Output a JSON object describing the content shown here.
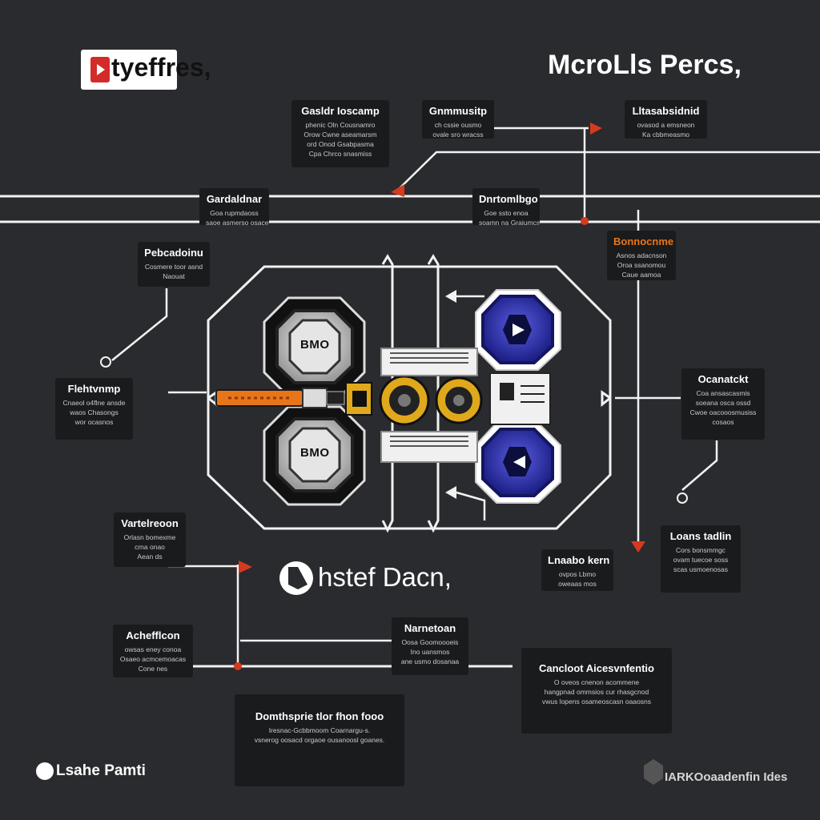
{
  "header": {
    "logo_text": "tyeffres,",
    "right_title": "McroLls Percs,"
  },
  "center": {
    "hex_top_left": "BMO",
    "hex_bottom_left": "BMO",
    "subtitle": "hstef Dacn,"
  },
  "boxes": {
    "b1": {
      "title": "Gasldr Ioscamp",
      "lines": [
        "phenic Oln Cousnamro",
        "Orow Cwne aseamarsm",
        "ord Onod Gsabpasma",
        "Cpa Chrco snasmiss"
      ]
    },
    "b2": {
      "title": "Gnmmusitp",
      "lines": [
        "ch cssie ousmo",
        "ovale sro wracss"
      ]
    },
    "b3": {
      "title": "Lltasabsidnid",
      "lines": [
        "ovasod a emsneon",
        "Ka cbbmeasmo"
      ]
    },
    "b4": {
      "title": "Gardaldnar",
      "lines": [
        "Goa rupmdaoss",
        "saoe asmerso osaceos"
      ]
    },
    "b5": {
      "title": "Dnrtomlbgo",
      "lines": [
        "Goe ssto enoa",
        "soamn na Graiumcs"
      ]
    },
    "b6": {
      "title": "Pebcadoinu",
      "lines": [
        "Cosmere toor asnd",
        "Naouat"
      ]
    },
    "b7": {
      "title": "Bonnocnme OI RE",
      "lines": [
        "Asnos adacnson",
        "Oroa ssanomou",
        "Caue aamoa"
      ]
    },
    "b8": {
      "title": "Flehtvnmp",
      "lines": [
        "Cnaeol o4flne ansde",
        "waos Chasongs",
        "wor ocasnos"
      ]
    },
    "b9": {
      "title": "Ocanatckt",
      "lines": [
        "Coa ansascasmis",
        "soeana osca ossd",
        "Cwoe oacooosmusiss",
        "cosaos"
      ]
    },
    "b10": {
      "title": "Vartelreoon",
      "lines": [
        "Orlasn bomexme",
        "crna onao",
        "Aean ds"
      ]
    },
    "b11": {
      "title": "Lnaabo kern",
      "lines": [
        "ovpos Lbmo",
        "oweaas mos"
      ]
    },
    "b12": {
      "title": "Loans tadlin",
      "lines": [
        "Cors bonsmmgc",
        "ovam tuecoe soss",
        "scas usmoenosas"
      ]
    },
    "b13": {
      "title": "Achefflcon",
      "lines": [
        "owsas eney conoa",
        "Osaeo acmcemoacas",
        "Cone nes"
      ]
    },
    "b14": {
      "title": "Narnetoan",
      "lines": [
        "Oosa Goomoooeis",
        "Ino uansmos",
        "ane usmo dosanaa"
      ]
    },
    "b15": {
      "title": "Cancloot Aicesvnfentio",
      "lines": [
        "O oveos cnenon acommene",
        "hangpnad ommsios cur rhasgcnod",
        "vwus lopens osameoscasn oaaosns"
      ]
    },
    "b16": {
      "title": "Domthsprie tlor fhon fooo",
      "lines": [
        "Iresnac-Gcbbmoom Coarnargu-s.",
        "vsnerog oosacd orgaoe ousanoosl goanes."
      ]
    }
  },
  "footer": {
    "left_brand": "Lsahe Pamti",
    "right_brand": "IARKOoaadenfin Ides"
  },
  "colors": {
    "background": "#2a2b2e",
    "panel": "#1a1b1d",
    "wire": "#f2f2f2",
    "accent_red": "#d63a1e",
    "accent_orange": "#e8751a",
    "hex_blue": "#2b2fa8",
    "hex_gold": "#e0a91c"
  }
}
